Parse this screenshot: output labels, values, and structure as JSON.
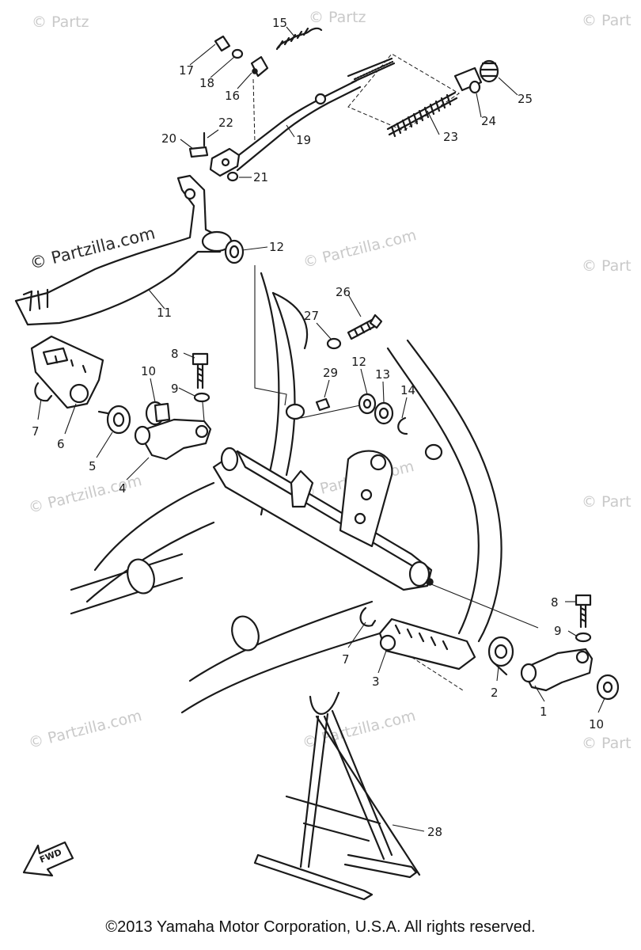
{
  "watermark": {
    "text": "© Partzilla.com",
    "short_text": "© Partz",
    "edge_text": "© Part"
  },
  "copyright": "©2013 Yamaha Motor Corporation, U.S.A. All rights reserved.",
  "fwd_label": "FWD",
  "callouts": {
    "c1": "1",
    "c2": "2",
    "c3": "3",
    "c4": "4",
    "c5": "5",
    "c6": "6",
    "c7a": "7",
    "c7b": "7",
    "c8a": "8",
    "c8b": "8",
    "c9a": "9",
    "c9b": "9",
    "c10a": "10",
    "c10b": "10",
    "c11": "11",
    "c12a": "12",
    "c12b": "12",
    "c13": "13",
    "c14": "14",
    "c15": "15",
    "c16": "16",
    "c17": "17",
    "c18": "18",
    "c19": "19",
    "c20": "20",
    "c21": "21",
    "c22": "22",
    "c23": "23",
    "c24": "24",
    "c25": "25",
    "c26": "26",
    "c27": "27",
    "c28": "28",
    "c29": "29"
  }
}
